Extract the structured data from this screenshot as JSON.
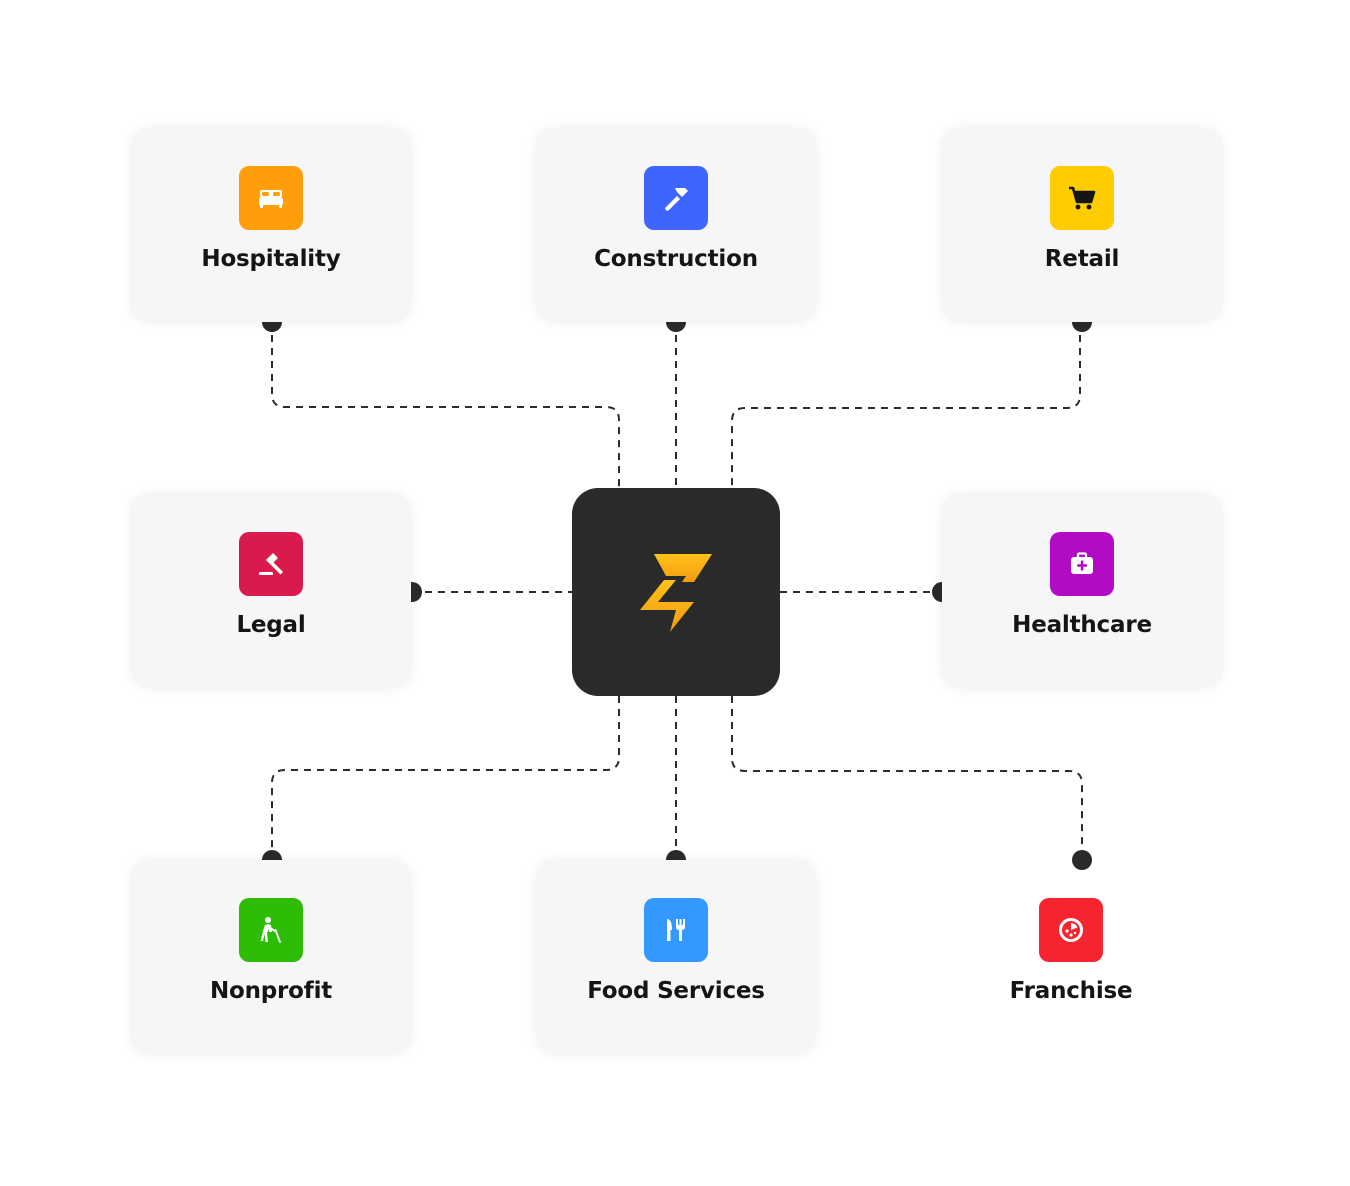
{
  "hub": {
    "logo_icon": "lightning-z-logo",
    "logo_colors": [
      "#ffc21a",
      "#f29b12"
    ],
    "background": "#2a2a2a"
  },
  "industries": [
    {
      "id": "hospitality",
      "label": "Hospitality",
      "icon": "bed-icon",
      "color": "#ff9e0a"
    },
    {
      "id": "construction",
      "label": "Construction",
      "icon": "hammer-icon",
      "color": "#3e66ff"
    },
    {
      "id": "retail",
      "label": "Retail",
      "icon": "cart-icon",
      "color": "#ffcc00"
    },
    {
      "id": "legal",
      "label": "Legal",
      "icon": "gavel-icon",
      "color": "#d81b4c"
    },
    {
      "id": "healthcare",
      "label": "Healthcare",
      "icon": "medical-kit-icon",
      "color": "#b10cc4"
    },
    {
      "id": "nonprofit",
      "label": "Nonprofit",
      "icon": "elderly-person-icon",
      "color": "#2ebd07"
    },
    {
      "id": "food-services",
      "label": "Food Services",
      "icon": "fork-knife-icon",
      "color": "#3399ff"
    },
    {
      "id": "franchise",
      "label": "Franchise",
      "icon": "pizza-icon",
      "color": "#f5242e"
    }
  ],
  "connector_color": "#2c2c2c"
}
